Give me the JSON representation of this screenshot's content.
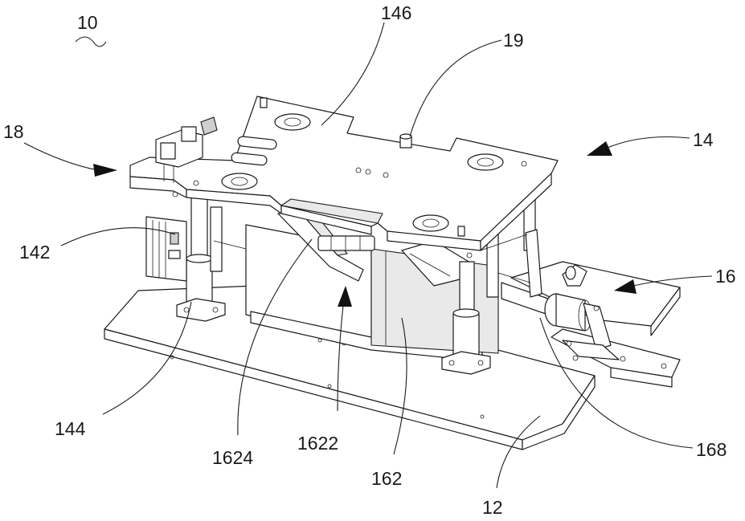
{
  "labels": {
    "l10": "10",
    "l146": "146",
    "l19": "19",
    "l18": "18",
    "l14": "14",
    "l142": "142",
    "l16": "16",
    "l144": "144",
    "l1624": "1624",
    "l1622": "1622",
    "l162": "162",
    "l168": "168",
    "l12": "12"
  }
}
